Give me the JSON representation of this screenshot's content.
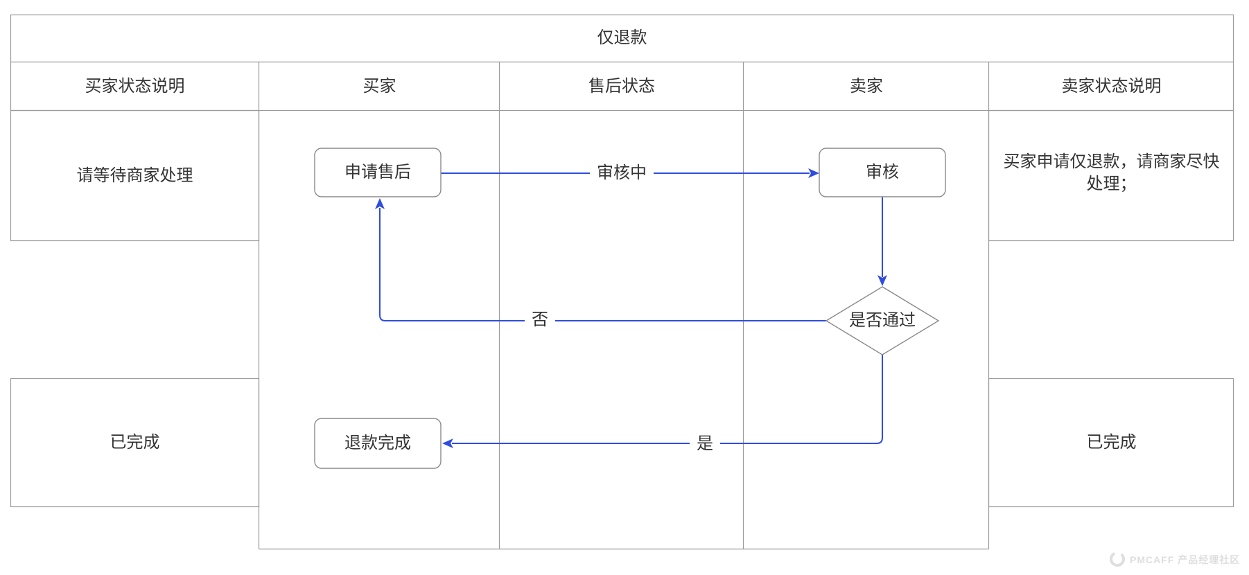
{
  "title": "仅退款",
  "columns": [
    {
      "id": "buyer-status-note",
      "label": "买家状态说明"
    },
    {
      "id": "buyer",
      "label": "买家"
    },
    {
      "id": "aftersale-status",
      "label": "售后状态"
    },
    {
      "id": "seller",
      "label": "卖家"
    },
    {
      "id": "seller-status-note",
      "label": "卖家状态说明"
    }
  ],
  "status_cells": [
    {
      "lane": "buyer-status-note",
      "row": 1,
      "text": "请等待商家处理"
    },
    {
      "lane": "buyer-status-note",
      "row": 2,
      "text": "已完成"
    },
    {
      "lane": "seller-status-note",
      "row": 1,
      "text": "买家申请仅退款，请商家尽快处理；"
    },
    {
      "lane": "seller-status-note",
      "row": 2,
      "text": "已完成"
    }
  ],
  "nodes": [
    {
      "id": "apply-aftersale",
      "type": "process",
      "label": "申请售后"
    },
    {
      "id": "review",
      "type": "process",
      "label": "审核"
    },
    {
      "id": "pass-decision",
      "type": "decision",
      "label": "是否通过"
    },
    {
      "id": "refund-done",
      "type": "process",
      "label": "退款完成"
    }
  ],
  "edges": [
    {
      "from": "apply-aftersale",
      "to": "review",
      "label": "审核中"
    },
    {
      "from": "review",
      "to": "pass-decision",
      "label": ""
    },
    {
      "from": "pass-decision",
      "to": "apply-aftersale",
      "label": "否"
    },
    {
      "from": "pass-decision",
      "to": "refund-done",
      "label": "是"
    }
  ],
  "watermark": {
    "text": "PMCAFF 产品经理社区"
  },
  "colors": {
    "canvas": "#ffffff",
    "grid": "#9a9a9a",
    "node-border": "#8a8a8a",
    "text": "#333333",
    "connector": "#2f4ce0",
    "watermark": "#dedede"
  }
}
